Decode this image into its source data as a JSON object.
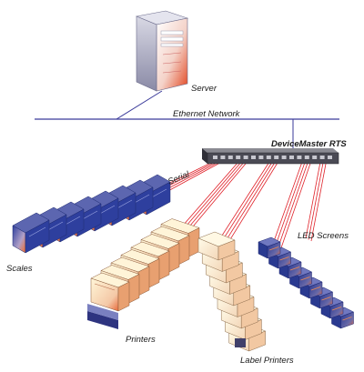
{
  "labels": {
    "server": "Server",
    "network": "Ethernet Network",
    "hub": "DeviceMaster RTS",
    "serial": "Serial",
    "scales": "Scales",
    "printers": "Printers",
    "label_printers": "Label Printers",
    "led_screens": "LED Screens"
  },
  "colors": {
    "network_line": "#3a3a9a",
    "serial_cable": "#e0222a",
    "device_blue": "#2e3f9e",
    "device_orange": "#f06a2a",
    "hub_body": "#505058",
    "background": "#ffffff"
  },
  "icons": {
    "server": "tower-server-icon",
    "hub": "rack-device-server-icon",
    "scales": "scale-icon",
    "printers": "printer-icon",
    "label_printers": "label-printer-icon",
    "led_screens": "led-screen-icon"
  },
  "device_counts": {
    "scales": 8,
    "printers": 8,
    "label_printers": 9,
    "led_screens": 8
  }
}
